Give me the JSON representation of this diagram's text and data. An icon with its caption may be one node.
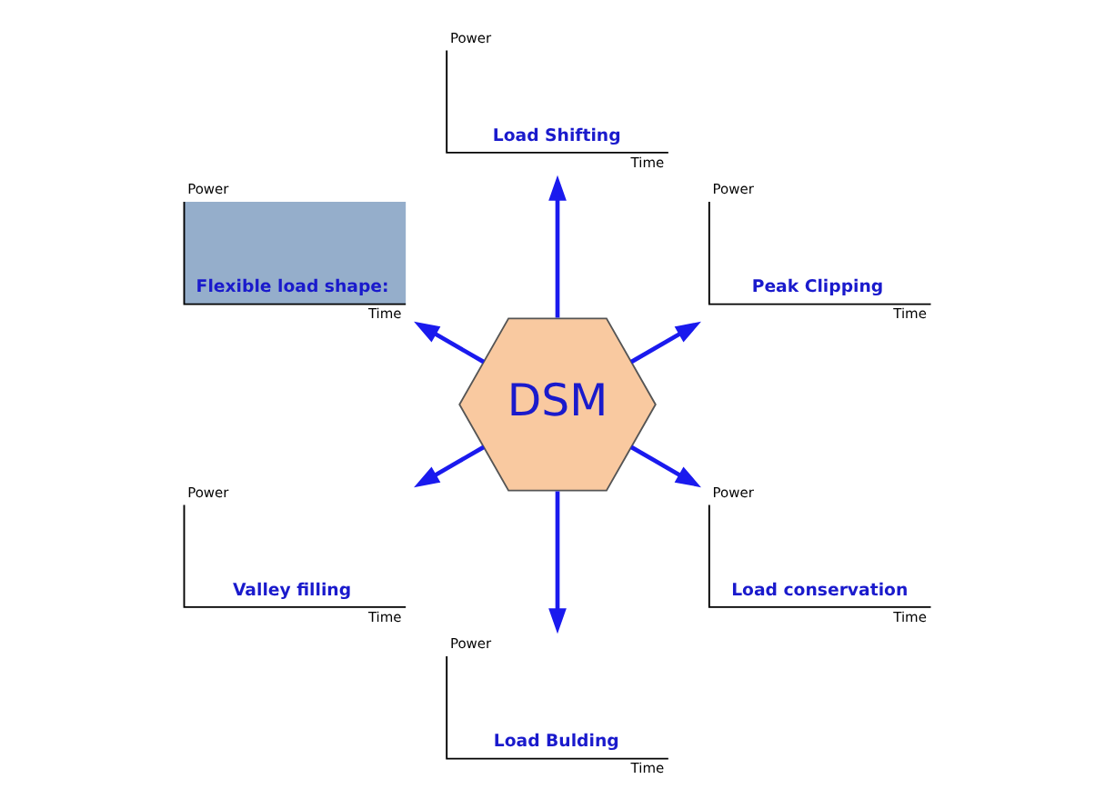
{
  "diagram": {
    "nodes": [
      {
        "text": [
          "Power",
          "Peak Clipping",
          "Time"
        ]
      },
      {
        "text": [
          "Power",
          "Load Shifting",
          "Time"
        ]
      },
      {
        "text": [
          "Power",
          "Flexible load shape:",
          "Time"
        ]
      },
      {
        "text": [
          "DSM"
        ]
      },
      {
        "text": [
          "Power",
          "Valley filling",
          "Time"
        ]
      },
      {
        "text": [
          "Power",
          "Load Bulding",
          "Time"
        ]
      },
      {
        "text": [
          "Power",
          "Load conservation",
          "Time"
        ]
      }
    ],
    "edges": [
      {
        "from": 3,
        "to": 0,
        "arrow": "to"
      },
      {
        "from": 3,
        "to": 1,
        "arrow": "to"
      },
      {
        "from": 3,
        "to": 2,
        "arrow": "to"
      },
      {
        "from": 3,
        "to": 4,
        "arrow": "to"
      },
      {
        "from": 3,
        "to": 5,
        "arrow": "to"
      },
      {
        "from": 3,
        "to": 6,
        "arrow": "to"
      }
    ]
  }
}
